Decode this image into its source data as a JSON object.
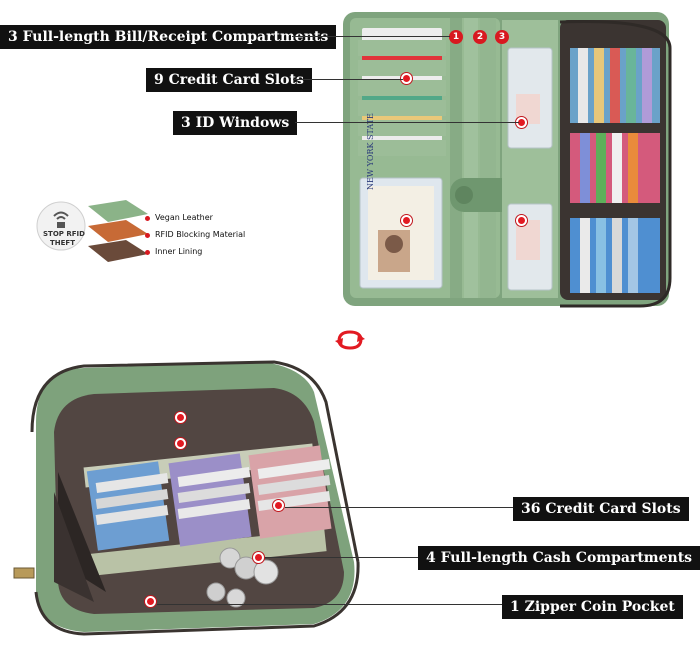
{
  "callouts": {
    "bill_compartments": "3 Full-length Bill/Receipt Compartments",
    "credit_card_slots": "9 Credit Card Slots",
    "id_windows": "3 ID Windows",
    "card_slots_36": "36 Credit Card Slots",
    "cash_compartments": "4 Full-length Cash Compartments",
    "coin_pocket": "1 Zipper Coin Pocket"
  },
  "compartment_numbers": [
    "1",
    "2",
    "3"
  ],
  "rfid_badge": {
    "line1": "STOP RFID",
    "line2": "THEFT"
  },
  "layers": [
    "Vegan Leather",
    "RFID Blocking Material",
    "Inner Lining"
  ],
  "id_card_text": "NEW YORK STATE",
  "colors": {
    "wallet_green": "#8fb38c",
    "wallet_dark_green": "#6e9670",
    "callout_bg": "#111111",
    "marker_red": "#e21a22",
    "lining_brown": "#5b4a44",
    "rfid_copper": "#c76a36"
  },
  "icons": [
    "rotate-arrows-icon",
    "lock-wifi-icon"
  ]
}
